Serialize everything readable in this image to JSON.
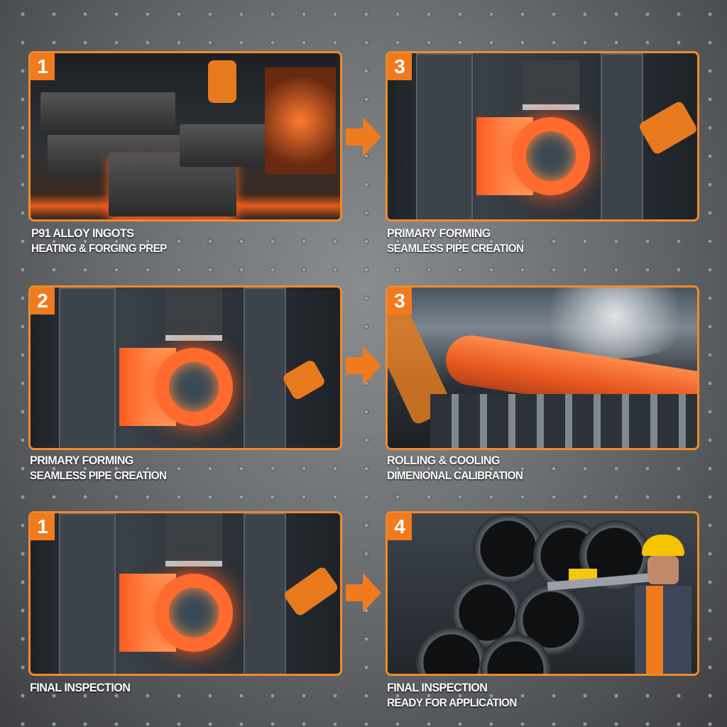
{
  "steps": [
    {
      "badge": "1",
      "title": "P91 ALLOY INGOTS",
      "subtitle": "HEATING & FORGING PREP",
      "scene": "ingots"
    },
    {
      "badge": "3",
      "title": "PRIMARY FORMING",
      "subtitle": "SEAMLESS PIPE CREATION",
      "scene": "forming"
    },
    {
      "badge": "2",
      "title": "PRIMARY FORMING",
      "subtitle": "SEAMLESS PIPE CREATION",
      "scene": "forming"
    },
    {
      "badge": "3",
      "title": "ROLLING & COOLING",
      "subtitle": "DIMENIONAL CALIBRATION",
      "scene": "rolling"
    },
    {
      "badge": "1",
      "title": "FINAL INSPECTION",
      "subtitle": "",
      "scene": "forming"
    },
    {
      "badge": "4",
      "title": "FINAL INSPECTION",
      "subtitle": "READY FOR APPLICATION",
      "scene": "inspection"
    }
  ],
  "colors": {
    "accent": "#f07a1e",
    "border": "#f08a2a",
    "text": "#ffffff"
  },
  "icons": {
    "arrow": "arrow-right-icon"
  }
}
